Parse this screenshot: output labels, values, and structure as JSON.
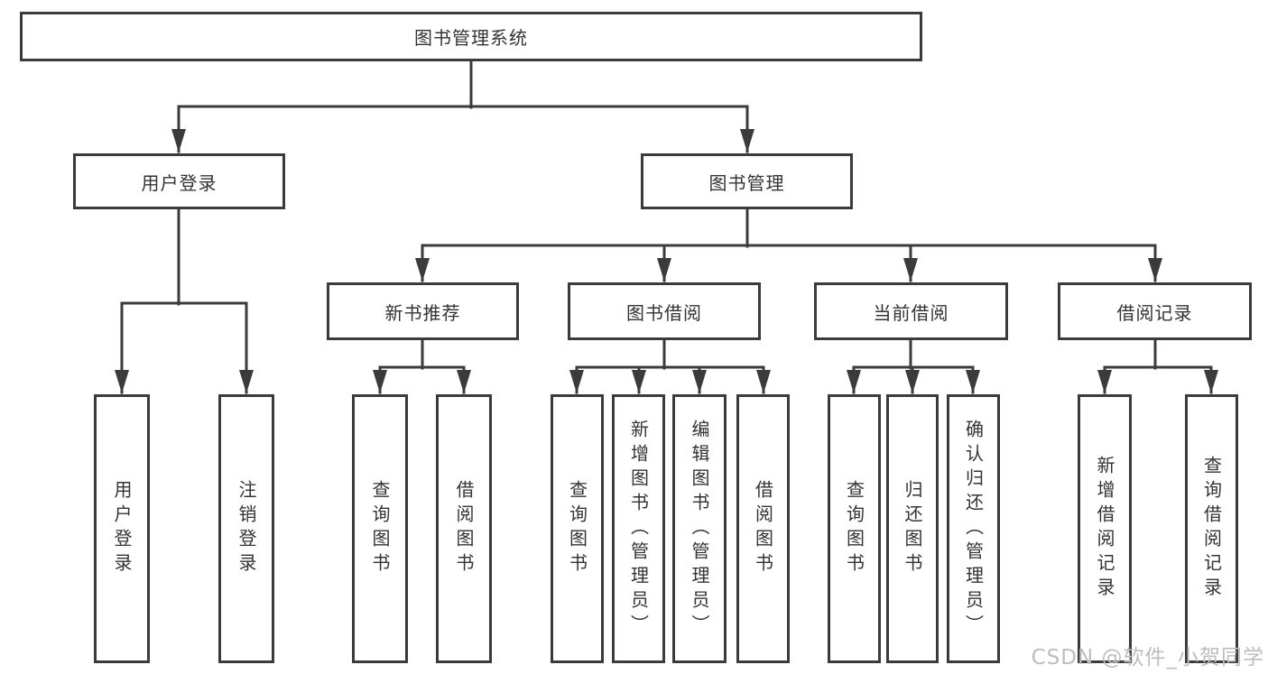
{
  "diagram": {
    "root": {
      "label": "图书管理系统"
    },
    "user_login": {
      "label": "用户登录",
      "children": [
        {
          "label": "用户登录"
        },
        {
          "label": "注销登录"
        }
      ]
    },
    "book_mgmt": {
      "label": "图书管理",
      "children": [
        {
          "label": "新书推荐",
          "children": [
            {
              "label": "查询图书"
            },
            {
              "label": "借阅图书"
            }
          ]
        },
        {
          "label": "图书借阅",
          "children": [
            {
              "label": "查询图书"
            },
            {
              "label": "新增图书（管理员）"
            },
            {
              "label": "编辑图书（管理员）"
            },
            {
              "label": "借阅图书"
            }
          ]
        },
        {
          "label": "当前借阅",
          "children": [
            {
              "label": "查询图书"
            },
            {
              "label": "归还图书"
            },
            {
              "label": "确认归还（管理员）"
            }
          ]
        },
        {
          "label": "借阅记录",
          "children": [
            {
              "label": "新增借阅记录"
            },
            {
              "label": "查询借阅记录"
            }
          ]
        }
      ]
    }
  },
  "watermark": {
    "text": "CSDN @软件_小贺同学"
  },
  "colors": {
    "line": "#3b3b3b",
    "box_border": "#3b3b3b",
    "text": "#333333",
    "watermark": "#bdbdbd",
    "background": "#ffffff"
  }
}
